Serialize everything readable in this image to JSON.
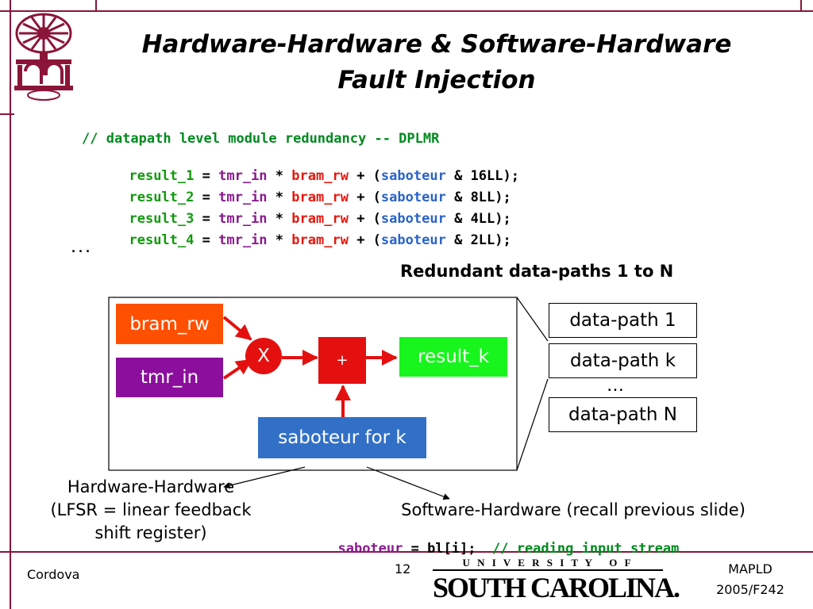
{
  "title_line1": "Hardware-Hardware & Software-Hardware",
  "title_line2": "Fault Injection",
  "code": {
    "comment": "// datapath level module redundancy -- DPLMR",
    "lines": [
      {
        "result": "result_1",
        "mask": "16LL);"
      },
      {
        "result": "result_2",
        "mask": "8LL);"
      },
      {
        "result": "result_3",
        "mask": "4LL);"
      },
      {
        "result": "result_4",
        "mask": "2LL);"
      }
    ],
    "eq": "=",
    "tmr": "tmr_in",
    "mul": "*",
    "bram": "bram_rw",
    "plus_paren": "+ (",
    "sab": "saboteur",
    "amp": "&",
    "ellipsis": "..."
  },
  "redundant_heading": "Redundant data-paths 1 to N",
  "diagram": {
    "bram_rw": "bram_rw",
    "tmr_in": "tmr_in",
    "mult": "X",
    "plus": "+",
    "result_k": "result_k",
    "saboteur_k": "saboteur for k"
  },
  "datapaths": {
    "dp1": "data-path 1",
    "dpk": "data-path k",
    "dots": "…",
    "dpN": "data-path N"
  },
  "captions": {
    "hw_line1": "Hardware-Hardware",
    "hw_line2": "(LFSR = linear feedback",
    "hw_line3": "shift register)",
    "sw_line1": "Software-Hardware (recall previous slide)",
    "sw_code_var": "saboteur",
    "sw_code_rest": "= bl[i];",
    "sw_code_comment": "// reading input stream"
  },
  "footer": {
    "author": "Cordova",
    "page": "12",
    "university_top": "U N I V E R S I T Y   O F",
    "university_bottom": "SOUTH CAROLINA.",
    "conf_line1": "MAPLD",
    "conf_line2": "2005/F242"
  },
  "colors": {
    "accent": "#8b1538",
    "orange": "#ff4f00",
    "purple": "#8b0f9c",
    "red": "#e41010",
    "green": "#17f51c",
    "blue": "#3270c8"
  }
}
